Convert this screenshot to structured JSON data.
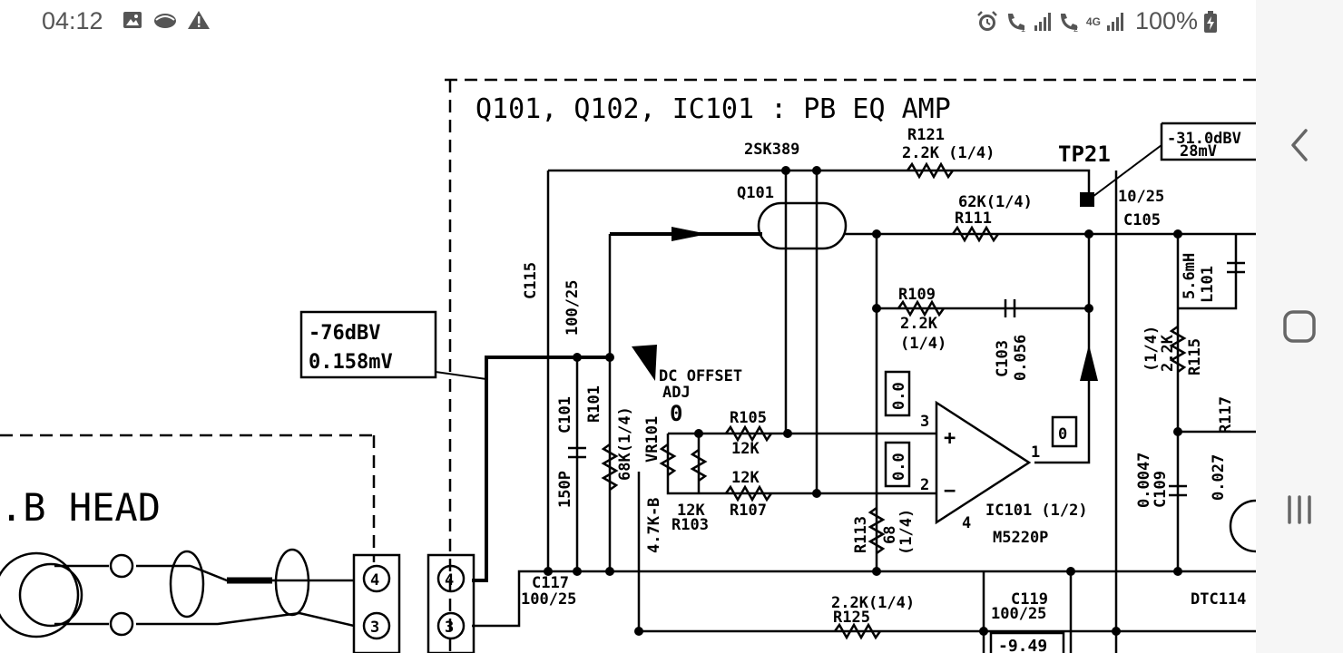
{
  "status_bar": {
    "time": "04:12",
    "left_icons": [
      "image-icon",
      "cloud-icon",
      "warning-icon"
    ],
    "right_icons": [
      "alarm-icon",
      "wifi-call-1-icon",
      "signal-1-icon",
      "wifi-call-2-icon",
      "network-4g-icon",
      "signal-2-icon"
    ],
    "network": "4G",
    "battery": "100%",
    "battery_icon": "battery-charging-icon"
  },
  "schematic": {
    "title": "Q101, Q102, IC101 : PB  EQ  AMP",
    "head_label": ".B  HEAD",
    "level_in_db": "-76dBV",
    "level_in_mv": "0.158mV",
    "level_tp_db": "-31.0dBV",
    "level_tp_mv": "28mV",
    "level_low": "-9.49",
    "labels": {
      "q101_part": "2SK389",
      "q101": "Q101",
      "r121": "R121",
      "r121_val": "2.2K (1/4)",
      "tp21": "TP21",
      "r111_val": "62K(1/4)",
      "r111": "R111",
      "c105_val": "10/25",
      "c105": "C105",
      "c115": "C115",
      "c115_val": "100/25",
      "r109": "R109",
      "r109_val": "2.2K",
      "r109_pwr": "(1/4)",
      "c103": "C103",
      "c103_val": "0.056",
      "dc_offset": "DC OFFSET",
      "adj": "ADJ",
      "adj_num": "0",
      "c101": "C101",
      "c101_val": "150P",
      "r101": "R101",
      "r101_val": "68K(1/4)",
      "vr101": "VR101",
      "vr101_val": "4.7K-B",
      "r105": "R105",
      "r105_val": "12K",
      "r107_val": "12K",
      "r107": "R107",
      "r103_val": "12K",
      "r103": "R103",
      "r113": "R113",
      "r113_val": "68",
      "r113_pwr": "(1/4)",
      "pin3": "3",
      "pin2": "2",
      "pin1": "1",
      "pin4": "4",
      "box_v1": "0.0",
      "box_v2": "0.0",
      "box_v3": "0",
      "ic101": "IC101 (1/2)",
      "ic101_part": "M5220P",
      "l101": "L101",
      "l101_val": "5.6mH",
      "r115": "R115",
      "r115_val": "2.2K",
      "r115_pwr": "(1/4)",
      "c109": "C109",
      "c109_val": "0.0047",
      "c111_val": "0.027",
      "r117": "R117",
      "c117": "C117",
      "c117_val": "100/25",
      "r125_val": "2.2K(1/4)",
      "r125": "R125",
      "c119": "C119",
      "c119_val": "100/25",
      "dtc": "DTC114",
      "conn_4": "4",
      "conn_3": "3"
    }
  },
  "nav": {
    "back": "back-icon",
    "home": "home-icon",
    "recents": "recents-icon"
  }
}
